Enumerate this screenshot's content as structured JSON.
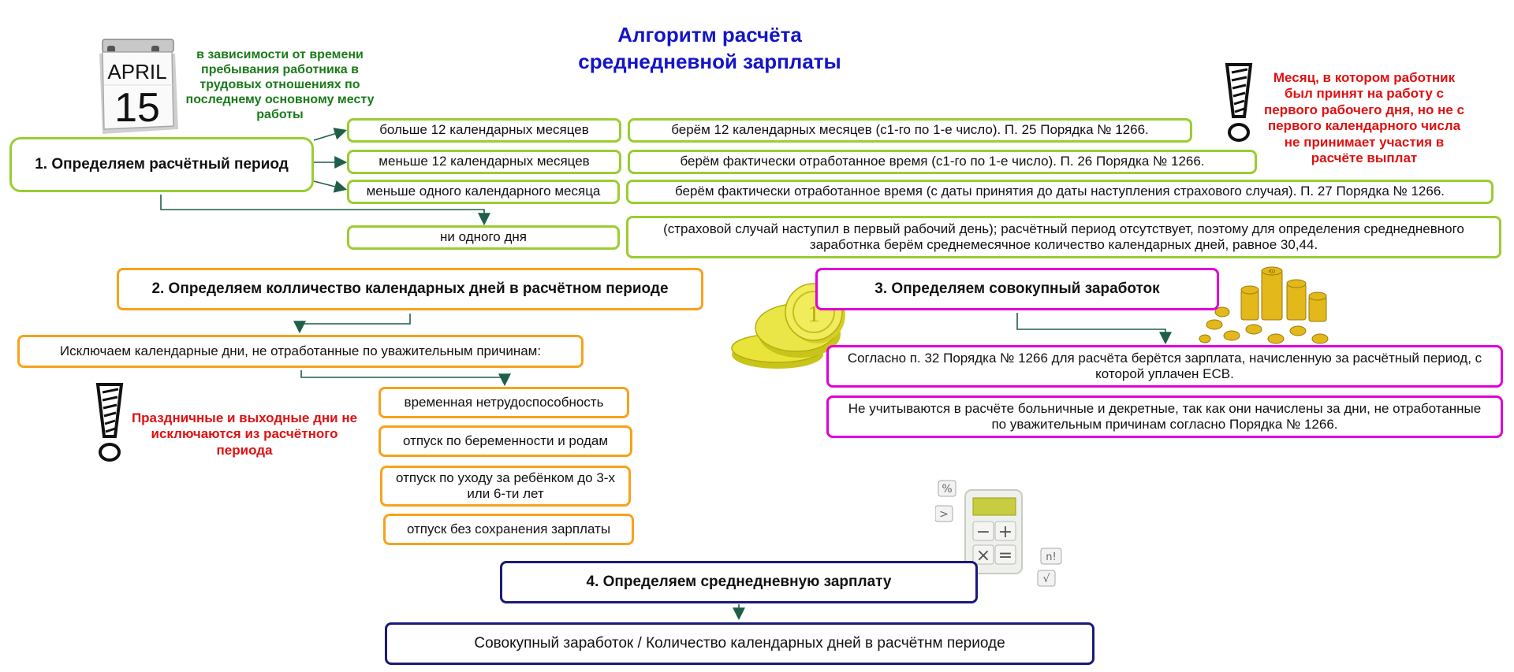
{
  "title": {
    "line1": "Алгоритм расчёта",
    "line2": "среднедневной зарплаты"
  },
  "calendar": {
    "month": "APRIL",
    "day": "15"
  },
  "notes": {
    "green": "в зависимости от времени пребывания работника  в трудовых отношениях по последнему основному месту работы",
    "red_top": "Месяц, в котором работник был принят на работу с первого рабочего дня, но не с первого календарного числа не принимает участия в расчёте выплат",
    "red_left": "Праздничные и выходные дни не исключаются из расчётного периода"
  },
  "step1": {
    "label": "1. Определяем расчётный период",
    "conditions": [
      "больше 12 календарных месяцев",
      "меньше 12 календарных месяцев",
      "меньше одного календарного месяца",
      "ни одного дня"
    ],
    "results": [
      "берём 12 календарных месяцев  (с1-го по 1-е число). П. 25 Порядка № 1266.",
      "берём фактически отработанное время (с1-го по 1-е число). П. 26 Порядка № 1266.",
      "берём фактически отработанное время (с даты принятия до даты наступления страхового случая). П. 27 Порядка № 1266.",
      "(страховой случай наступил в первый рабочий день); расчётный период отсутствует, поэтому для определения среднедневного заработнка берём среднемесячное количество календарных дней, равное 30,44."
    ]
  },
  "step2": {
    "label": "2. Определяем колличество календарных дней в расчётном периоде",
    "exclude": "Исключаем календарные дни, не отработанные по уважительным причинам:",
    "reasons": [
      "временная нетрудоспособность",
      "отпуск по беременности и родам",
      "отпуск по уходу за ребёнком до 3-х или 6-ти лет",
      "отпуск без сохранения зарплаты"
    ]
  },
  "step3": {
    "label": "3. Определяем совокупный заработок",
    "text1": "Согласно п. 32 Порядка № 1266  для расчёта берётся зарплата, начисленную за расчётный период, с которой  уплачен ЕСВ.",
    "text2": "Не учитываются в расчёте больничные и декретные, так как они начислены за дни, не отработанные по уважительным причинам согласно Порядка № 1266."
  },
  "step4": {
    "label": "4. Определяем среднедневную зарплату",
    "formula": "Совокупный заработок  /  Количество календарных дней в расчётнм периоде"
  },
  "calculator": {
    "keys": [
      "%",
      ">",
      "n!",
      "√",
      "−",
      "+",
      "×",
      "="
    ]
  },
  "coin": {
    "mark": "1",
    "stack_mark": "€0"
  },
  "colors": {
    "green": "#9acd32",
    "orange": "#f7a21b",
    "magenta": "#e000d8",
    "navy": "#1a1a7a",
    "title_blue": "#1414c8",
    "note_green": "#1a7a1a",
    "note_red": "#e01010",
    "arrow": "#1f5f4a"
  }
}
